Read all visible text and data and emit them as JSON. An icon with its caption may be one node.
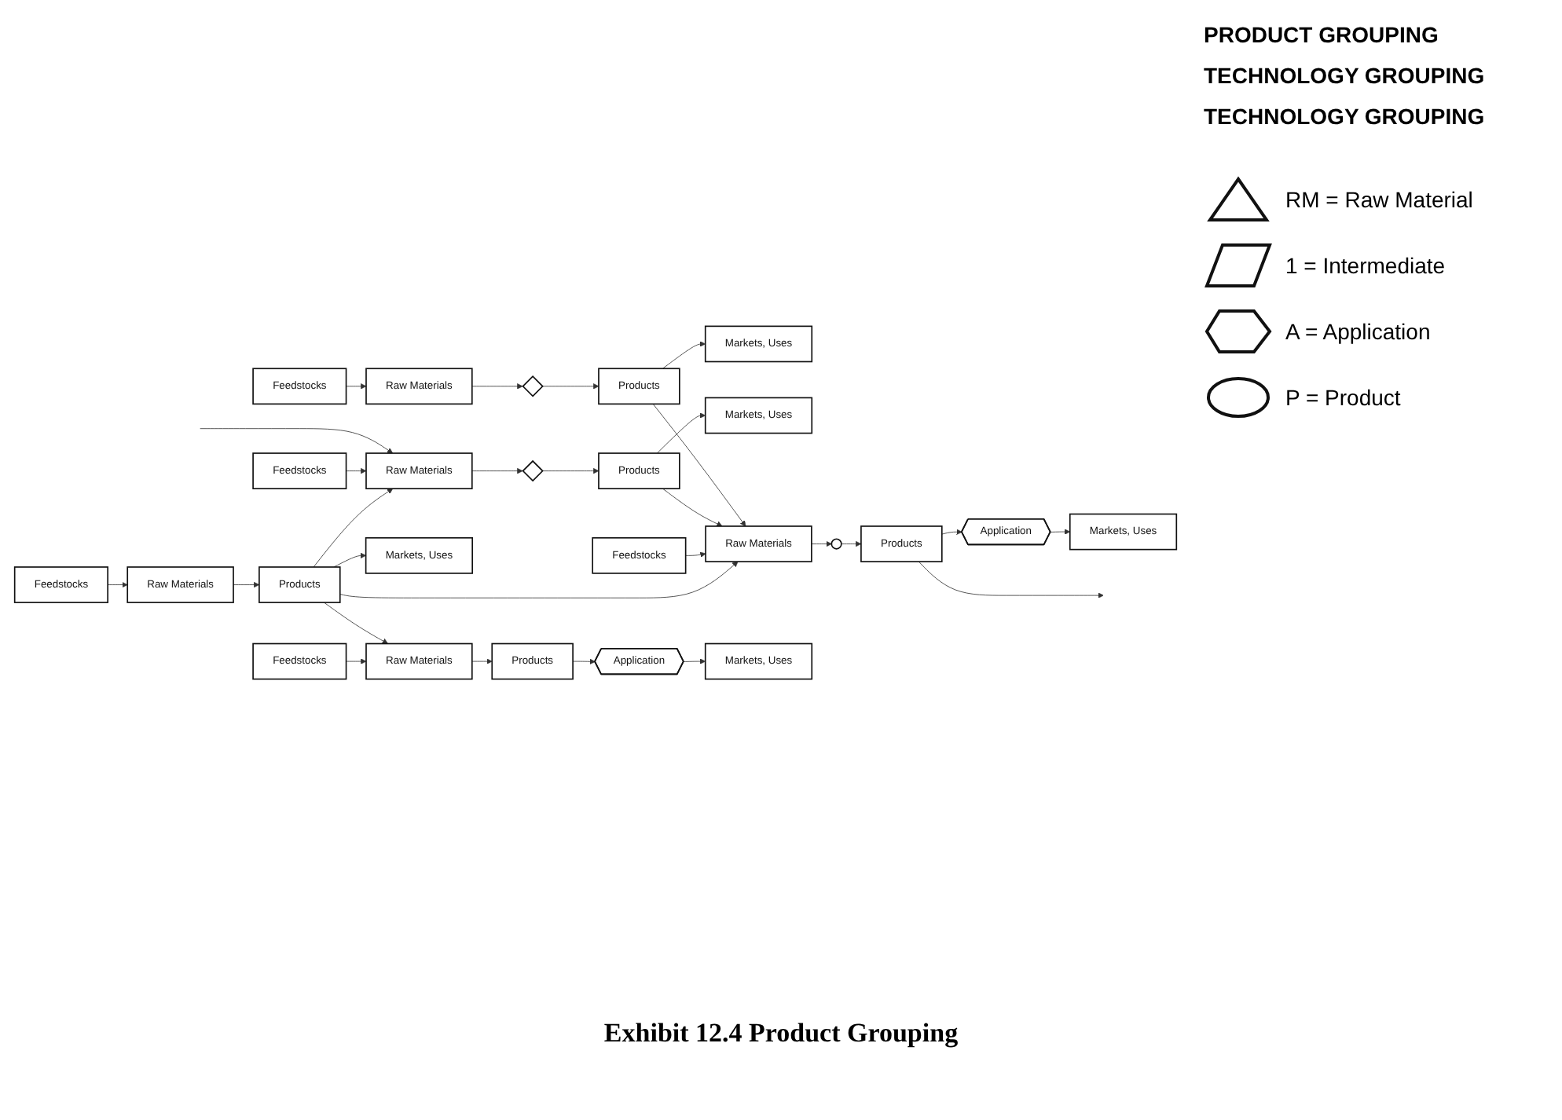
{
  "diagram": {
    "caption": "Exhibit 12.4 Product Grouping",
    "nodes": [
      {
        "text": [
          "Feedstocks"
        ]
      },
      {
        "text": [
          "Raw Materials"
        ]
      },
      {
        "text": [],
        "shape": "diamond"
      },
      {
        "text": [
          "Products"
        ]
      },
      {
        "text": [
          "Markets, Uses"
        ]
      },
      {
        "text": [
          "Feedstocks"
        ]
      },
      {
        "text": [
          "Raw Materials"
        ]
      },
      {
        "text": [],
        "shape": "diamond"
      },
      {
        "text": [
          "Products"
        ]
      },
      {
        "text": [
          "Markets, Uses"
        ]
      },
      {
        "text": [
          "Feedstocks"
        ]
      },
      {
        "text": [
          "Raw Materials"
        ]
      },
      {
        "text": [],
        "shape": "ellipse"
      },
      {
        "text": [
          "Products"
        ]
      },
      {
        "text": [
          "Application"
        ]
      },
      {
        "text": [
          "Markets, Uses"
        ]
      },
      {
        "text": [
          "Feedstocks"
        ]
      },
      {
        "text": [
          "Raw Materials"
        ]
      },
      {
        "text": [
          "Products"
        ]
      },
      {
        "text": [
          "Markets, Uses"
        ]
      },
      {
        "text": [
          "Feedstocks"
        ]
      },
      {
        "text": [
          "Raw Materials"
        ]
      },
      {
        "text": [
          "Products"
        ]
      },
      {
        "text": [
          "Application"
        ]
      },
      {
        "text": [
          "Markets, Uses"
        ]
      }
    ],
    "edges": [
      {
        "from": 0,
        "to": 1,
        "arrow": "to"
      },
      {
        "from": 1,
        "to": 2,
        "arrow": "to"
      },
      {
        "from": 2,
        "to": 3,
        "arrow": "to"
      },
      {
        "from": 3,
        "to": 4,
        "arrow": "to"
      },
      {
        "from": null,
        "to": 6,
        "arrow": "to"
      },
      {
        "from": 3,
        "to": 11,
        "arrow": "to"
      },
      {
        "from": 5,
        "to": 6,
        "arrow": "to"
      },
      {
        "from": 6,
        "to": 7,
        "arrow": "to"
      },
      {
        "from": 7,
        "to": 8,
        "arrow": "to"
      },
      {
        "from": 8,
        "to": 9,
        "arrow": "to"
      },
      {
        "from": 8,
        "to": 11,
        "arrow": "to"
      },
      {
        "from": 10,
        "to": 11,
        "arrow": "to"
      },
      {
        "from": 11,
        "to": 12,
        "arrow": "to"
      },
      {
        "from": 12,
        "to": 13,
        "arrow": "to"
      },
      {
        "from": 13,
        "to": 14,
        "arrow": "to"
      },
      {
        "from": 14,
        "to": 15,
        "arrow": "to"
      },
      {
        "from": 13,
        "to": null,
        "arrow": "to"
      },
      {
        "from": 16,
        "to": 17,
        "arrow": "to"
      },
      {
        "from": 17,
        "to": 18,
        "arrow": "to"
      },
      {
        "from": 18,
        "to": 19,
        "arrow": "to"
      },
      {
        "from": 18,
        "to": 11,
        "arrow": "to"
      },
      {
        "from": 18,
        "to": 6,
        "arrow": "to"
      },
      {
        "from": 18,
        "to": 21,
        "arrow": "to"
      },
      {
        "from": 20,
        "to": 21,
        "arrow": "to"
      },
      {
        "from": 21,
        "to": 22,
        "arrow": "to"
      },
      {
        "from": 22,
        "to": 23,
        "arrow": "to"
      },
      {
        "from": 23,
        "to": 24,
        "arrow": "to"
      }
    ],
    "labels": [
      "PRODUCT GROUPING",
      "TECHNOLOGY GROUPING",
      "TECHNOLOGY GROUPING"
    ],
    "legend": [
      {
        "text": "RM = Raw Material"
      },
      {
        "text": "1 = Intermediate"
      },
      {
        "text": "A = Application"
      },
      {
        "text": "P = Product"
      }
    ]
  }
}
